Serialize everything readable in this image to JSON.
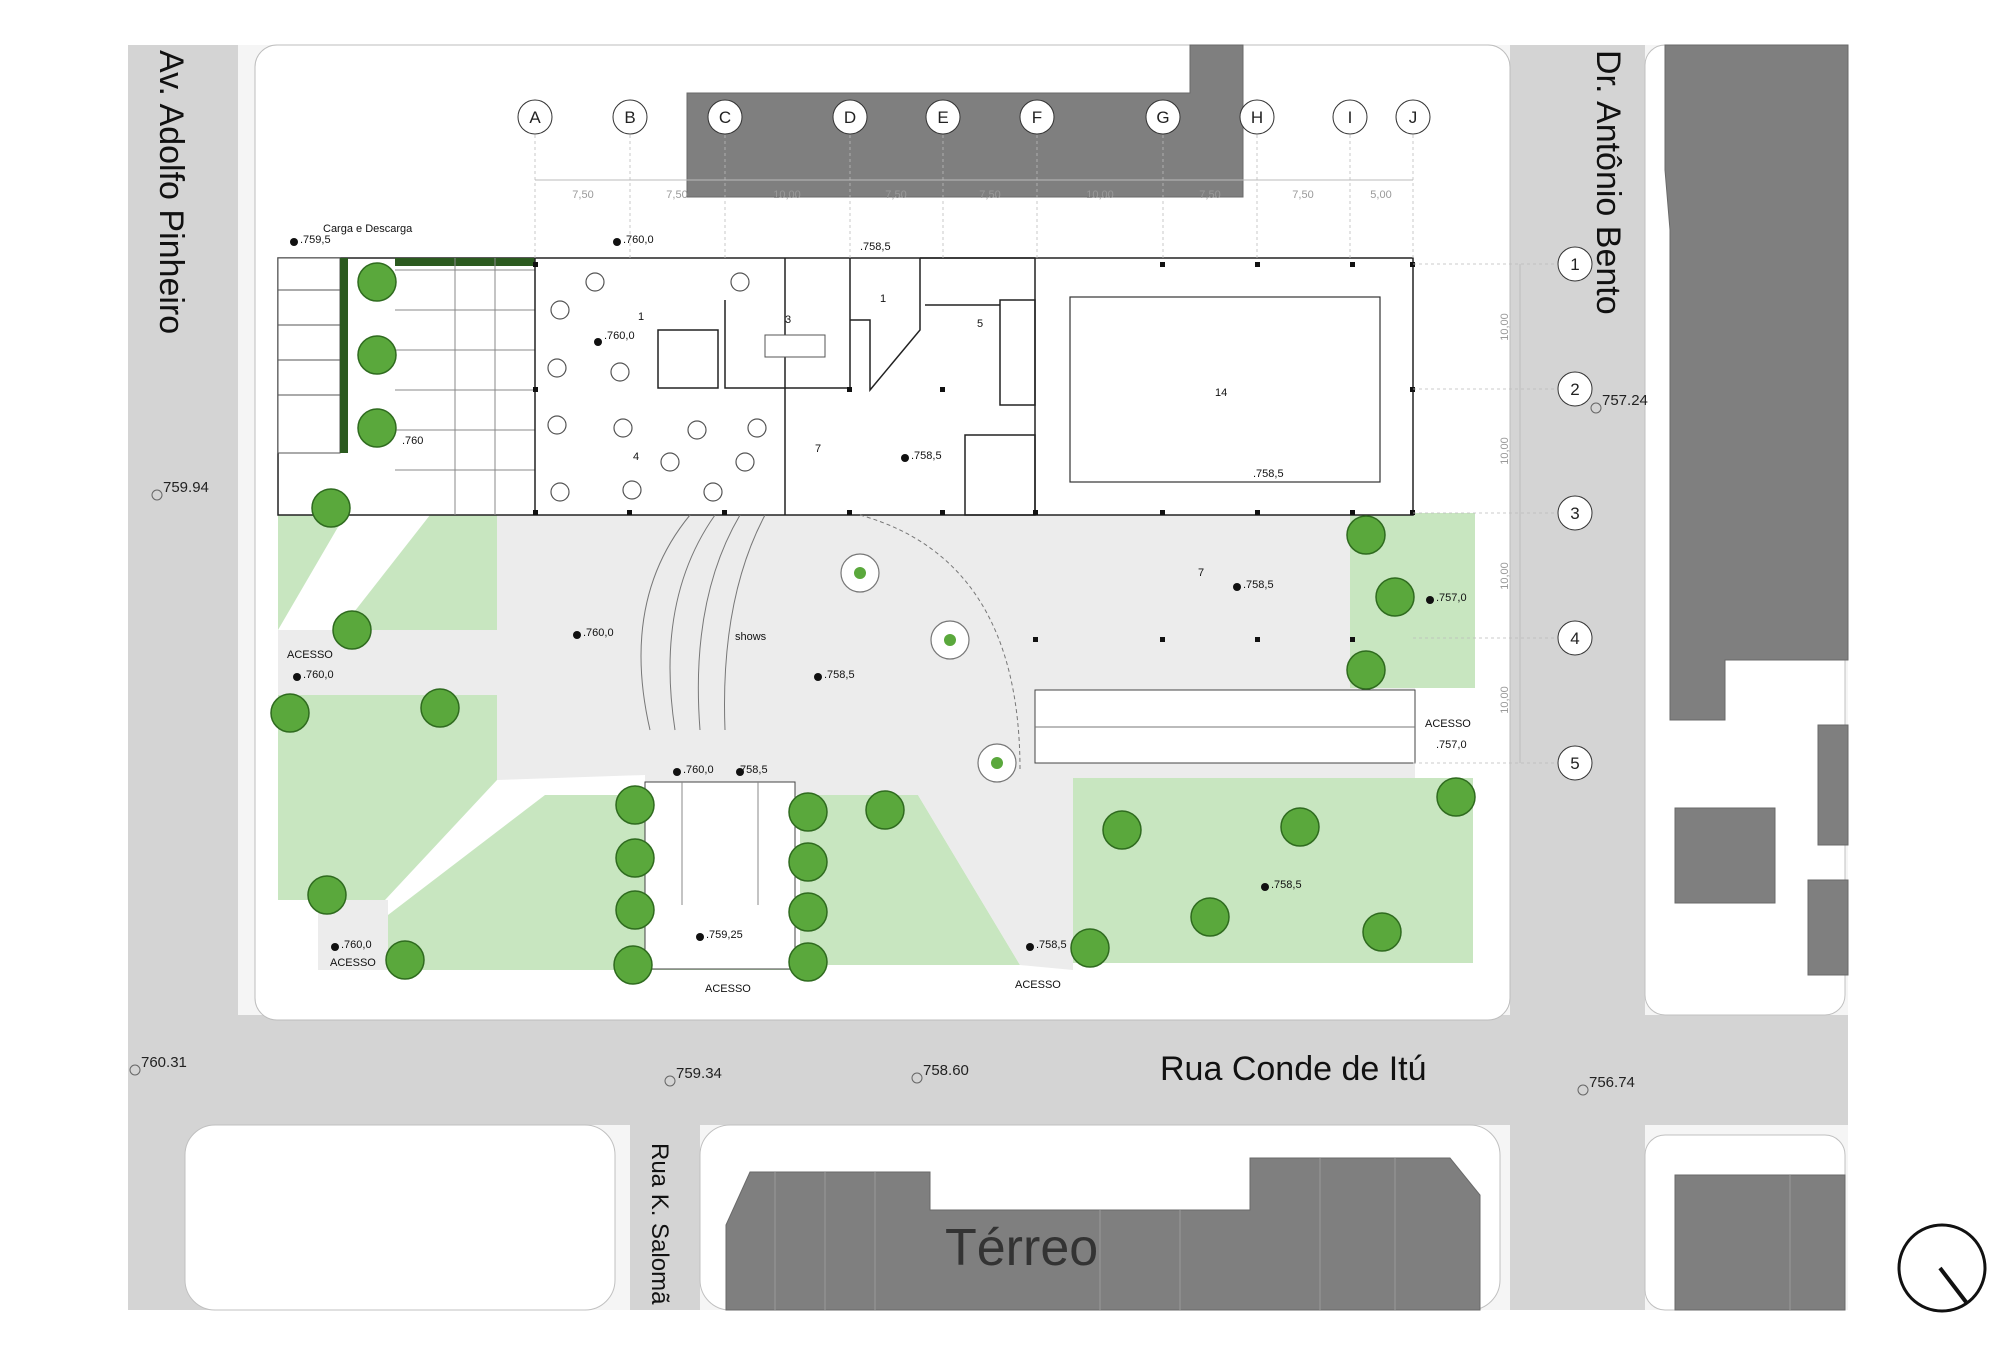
{
  "streets": {
    "west": "Av. Adolfo Pinheiro",
    "east": "Dr. Antônio Bento",
    "south": "Rua Conde de Itú",
    "southwest": "Rua K. Salomã"
  },
  "title": "Térreo",
  "grid": {
    "columns": [
      "A",
      "B",
      "C",
      "D",
      "E",
      "F",
      "G",
      "H",
      "I",
      "J"
    ],
    "rows": [
      "1",
      "2",
      "3",
      "4",
      "5"
    ],
    "col_dims": [
      "7,50",
      "7,50",
      "10,00",
      "7,50",
      "7,50",
      "10,00",
      "7,50",
      "7,50",
      "5,00"
    ],
    "row_dims": [
      "10,00",
      "10,00",
      "10,00",
      "10,00"
    ]
  },
  "spot_levels": [
    "759.94",
    "760.31",
    "759.34",
    "758.60",
    "756.74",
    "757.24"
  ],
  "levels": [
    ".759,5",
    ".760,0",
    ".758,5",
    ".760,0",
    ".760",
    ".758,5",
    ".758,5",
    ".758,5",
    ".760,0",
    ".758,5",
    ".757,0",
    ".760,0",
    ".757,0",
    ".760,0",
    ".758,5",
    ".759,25",
    ".758,5",
    ".758,5",
    ".760,0"
  ],
  "labels": {
    "loading": "Carga e Descarga",
    "access": "ACESSO",
    "shows": "shows"
  },
  "rooms": [
    "1",
    "3",
    "4",
    "1",
    "5",
    "7",
    "14",
    "7"
  ],
  "colors": {
    "green_area": "#c8e6c0",
    "tree": "#5aa83c",
    "building": "#7f7f7f",
    "street": "#d6d6d6",
    "plaza": "#ececec"
  }
}
